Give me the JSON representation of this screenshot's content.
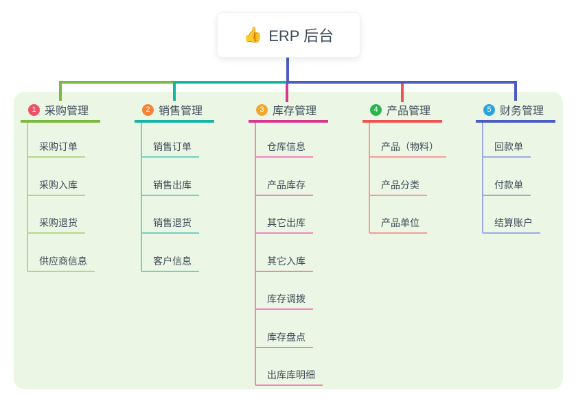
{
  "root": {
    "icon": "thumbs-up-icon",
    "label": "ERP 后台"
  },
  "canvas": {
    "background": "#ffffff",
    "panel_color": "#ebf7e4",
    "text_color": "#3d4a59"
  },
  "branches": [
    {
      "index": "1",
      "label": "采购管理",
      "badge_color": "#ee5164",
      "line_color": "#7cb93f",
      "child_line_color": "#b2d787",
      "children": [
        "采购订单",
        "采购入库",
        "采购退货",
        "供应商信息"
      ]
    },
    {
      "index": "2",
      "label": "销售管理",
      "badge_color": "#f5823a",
      "line_color": "#13b5a5",
      "child_line_color": "#72d0c4",
      "children": [
        "销售订单",
        "销售出库",
        "销售退货",
        "客户信息"
      ]
    },
    {
      "index": "3",
      "label": "库存管理",
      "badge_color": "#f0a72f",
      "line_color": "#d8378f",
      "child_line_color": "#ee85bd",
      "children": [
        "仓库信息",
        "产品库存",
        "其它出库",
        "其它入库",
        "库存调拨",
        "库存盘点",
        "出库库明细"
      ]
    },
    {
      "index": "4",
      "label": "产品管理",
      "badge_color": "#2fb351",
      "line_color": "#ee5351",
      "child_line_color": "#f59c9a",
      "children": [
        "产品（物料）",
        "产品分类",
        "产品单位"
      ]
    },
    {
      "index": "5",
      "label": "财务管理",
      "badge_color": "#2ba4de",
      "line_color": "#4a5bc4",
      "child_line_color": "#9aaade",
      "children": [
        "回款单",
        "付款单",
        "结算账户"
      ]
    }
  ]
}
